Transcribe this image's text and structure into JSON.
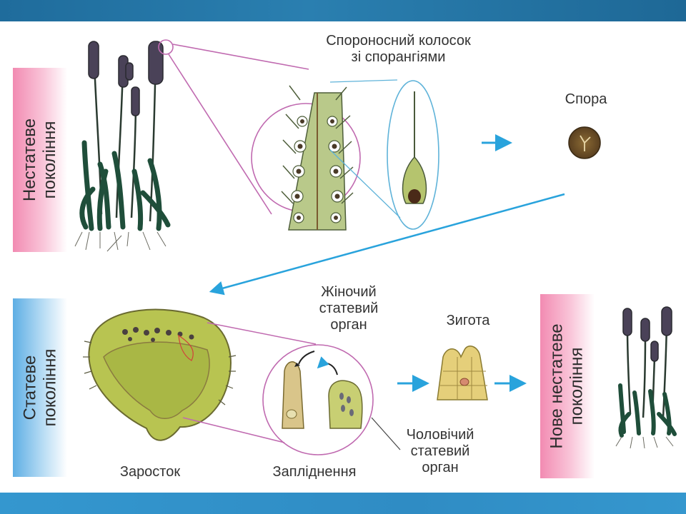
{
  "side_labels": {
    "asexual": [
      "Нестатеве",
      "покоління"
    ],
    "sexual": [
      "Статеве",
      "покоління"
    ],
    "new_asexual": [
      "Нове нестатеве",
      "покоління"
    ]
  },
  "captions": {
    "spore_spike": [
      "Спороносний колосок",
      "зі спорангіями"
    ],
    "spore": "Спора",
    "female_organ": [
      "Жіночий",
      "статевий",
      "орган"
    ],
    "zygote": "Зигота",
    "prothallus": "Заросток",
    "fertilization": "Запліднення",
    "male_organ": [
      "Чоловічий",
      "статевий",
      "орган"
    ]
  },
  "colors": {
    "arrow": "#29a3dc",
    "pink_gradient": "#f28bb2",
    "blue_gradient": "#5eaee4",
    "plant_green": "#1f4e3a",
    "prothallus_green": "#b8c451"
  }
}
